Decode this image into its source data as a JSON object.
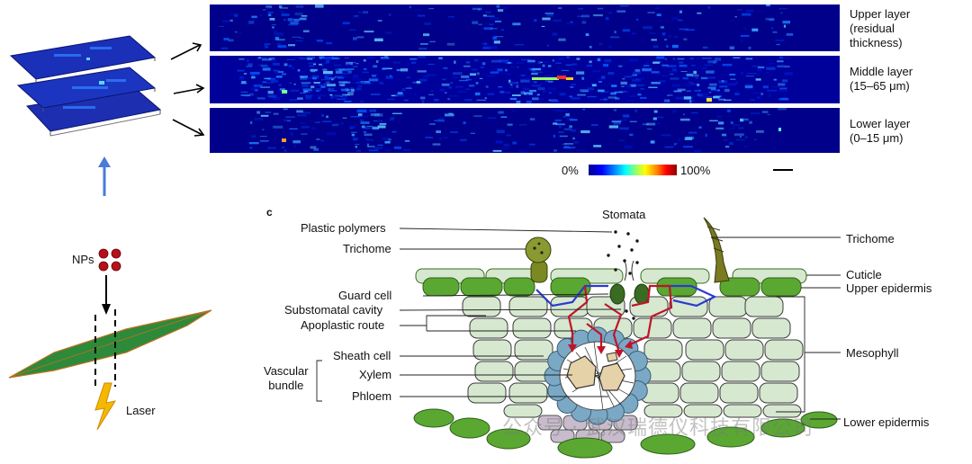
{
  "panel_label": "c",
  "heatmaps": {
    "upper": {
      "label_line1": "Upper layer",
      "label_line2": "(residual",
      "label_line3": "thickness)"
    },
    "middle": {
      "label_line1": "Middle layer",
      "label_line2": "(15–65 μm)"
    },
    "lower": {
      "label_line1": "Lower layer",
      "label_line2": "(0–15 μm)"
    }
  },
  "colorbar": {
    "min_label": "0%",
    "max_label": "100%"
  },
  "schematic": {
    "nps_label": "NPs",
    "laser_label": "Laser"
  },
  "cross_section": {
    "stomata": "Stomata",
    "left_labels": {
      "plastic_polymers": "Plastic polymers",
      "trichome": "Trichome",
      "guard_cell": "Guard cell",
      "substomatal_cavity": "Substomatal cavity",
      "apoplastic_route": "Apoplastic route",
      "sheath_cell": "Sheath cell",
      "xylem": "Xylem",
      "phloem": "Phloem",
      "vascular_bundle_line1": "Vascular",
      "vascular_bundle_line2": "bundle"
    },
    "right_labels": {
      "trichome": "Trichome",
      "cuticle": "Cuticle",
      "upper_epidermis": "Upper epidermis",
      "mesophyll": "Mesophyll",
      "lower_epidermis": "Lower epidermis"
    }
  },
  "watermark": "公众号 · 武汉瑞德仪科技有限公司",
  "colors": {
    "heat_bg": "#00008c",
    "epidermis_green": "#5aa832",
    "mesophyll": "#d6e8cf",
    "sheath": "#7ba8c4",
    "xylem": "#e6d2a8",
    "lower_purple": "#c8bccc",
    "apoplast_red": "#c0142a",
    "apoplast_blue": "#2a3ad0"
  }
}
